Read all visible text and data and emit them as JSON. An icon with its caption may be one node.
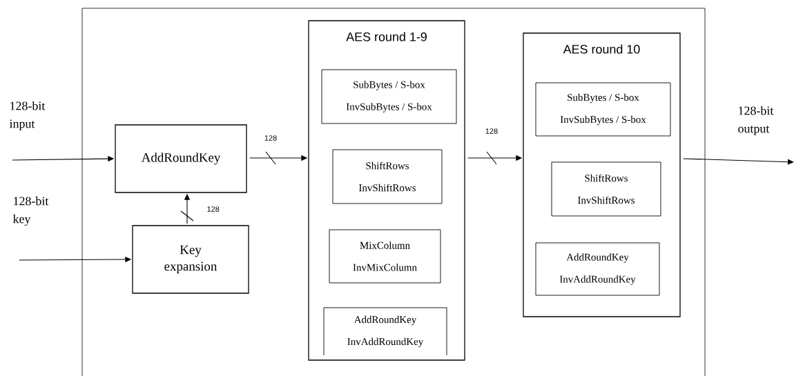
{
  "diagram": {
    "nodes": [
      {
        "text": [],
        "shape": "box"
      },
      {
        "text": [
          "AddRoundKey"
        ],
        "in": 0
      },
      {
        "text": [
          "Key expansion"
        ],
        "in": 0
      },
      {
        "text": [
          "AES round 1-9"
        ],
        "in": 0
      },
      {
        "text": [
          "SubBytes / S-box",
          "InvSubBytes / S-box"
        ],
        "in": 3
      },
      {
        "text": [
          "ShiftRows",
          "InvShiftRows"
        ],
        "in": 3
      },
      {
        "text": [
          "MixColumn",
          "InvMixColumn"
        ],
        "in": 3
      },
      {
        "text": [
          "AddRoundKey",
          "InvAddRoundKey"
        ],
        "in": 3
      },
      {
        "text": [
          "AES round 10"
        ],
        "in": 0
      },
      {
        "text": [
          "SubBytes / S-box",
          "InvSubBytes / S-box"
        ],
        "in": 8
      },
      {
        "text": [
          "ShiftRows",
          "InvShiftRows"
        ],
        "in": 8
      },
      {
        "text": [
          "AddRoundKey",
          "InvAddRoundKey"
        ],
        "in": 8
      }
    ],
    "edges": [
      {
        "from": null,
        "to": 1,
        "arrow": "to",
        "label": "128-bit input"
      },
      {
        "from": null,
        "to": 2,
        "arrow": "to",
        "label": "128-bit key"
      },
      {
        "from": 2,
        "to": 1,
        "arrow": "to",
        "label": "128"
      },
      {
        "from": 1,
        "to": 3,
        "arrow": "to",
        "label": "128"
      },
      {
        "from": 3,
        "to": 8,
        "arrow": "to",
        "label": "128"
      },
      {
        "from": 8,
        "to": null,
        "arrow": "to",
        "label": "128-bit output"
      }
    ]
  }
}
